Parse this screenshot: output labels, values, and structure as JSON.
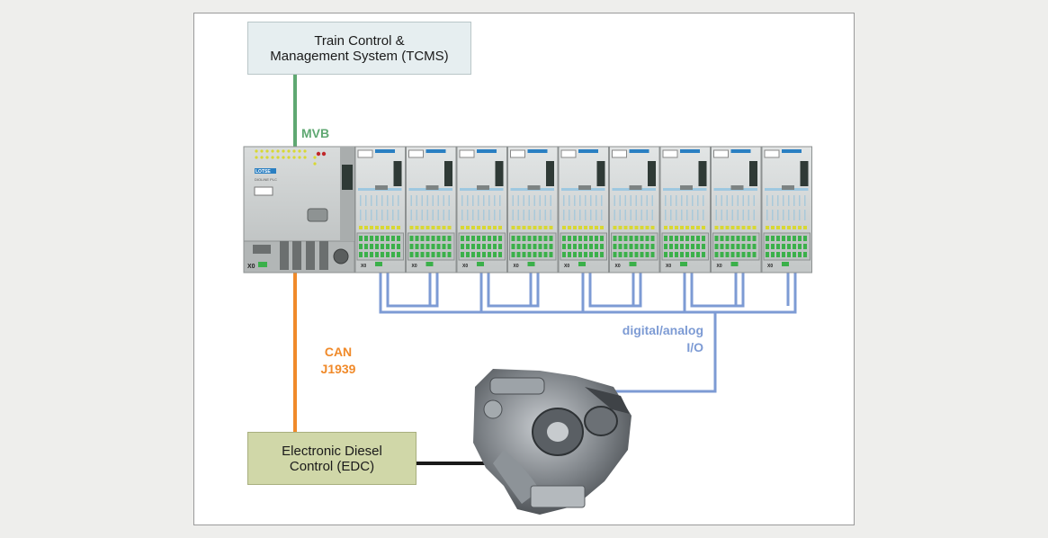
{
  "colors": {
    "mvb": "#5fa872",
    "can": "#f08a2a",
    "io": "#7d9bd4",
    "edc_link": "#1a1a1a",
    "tcms_fill": "#e6eef0",
    "edc_fill": "#d0d7a8"
  },
  "tcms": {
    "line1": "Train Control &",
    "line2": "Management System (TCMS)"
  },
  "edc": {
    "line1": "Electronic Diesel",
    "line2": "Control (EDC)"
  },
  "labels": {
    "mvb": "MVB",
    "can_line1": "CAN",
    "can_line2": "J1939",
    "io_line1": "digital/analog",
    "io_line2": "I/O"
  },
  "plc": {
    "brand": "LOTSE",
    "model": "DIOLINE PLC",
    "port": "X0",
    "module_port": "X0",
    "module_count": 9
  }
}
